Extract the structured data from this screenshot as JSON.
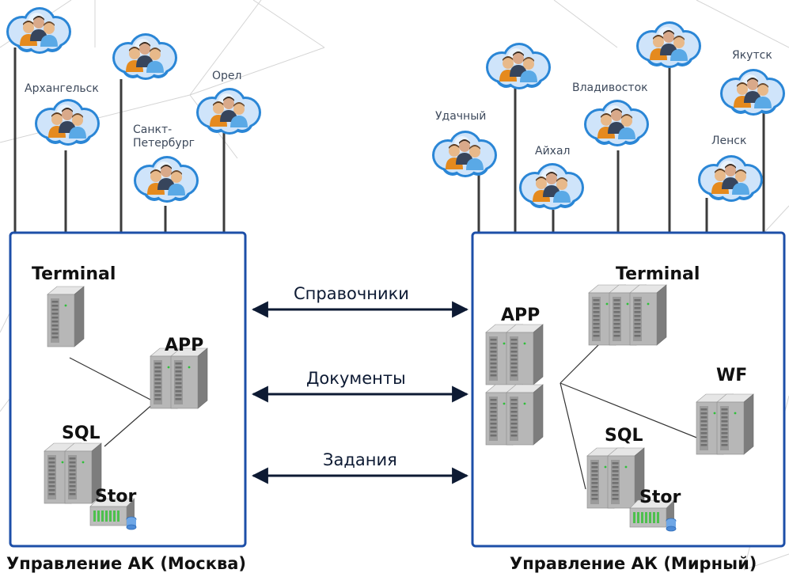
{
  "colors": {
    "box_border": "#1d4fa8",
    "arrow": "#0d1a33",
    "cloud": "#2a86d6",
    "line": "#4a4a4a"
  },
  "moscow": {
    "sites": [
      {
        "label": "Архангельск",
        "icon": "users-cloud-icon"
      },
      {
        "label": "Санкт-\nПетербург",
        "icon": "users-cloud-icon"
      },
      {
        "label": "Орел",
        "icon": "users-cloud-icon"
      }
    ],
    "servers": {
      "terminal": "Terminal",
      "app": "APP",
      "sql": "SQL",
      "stor": "Stor"
    },
    "title": "Управление АК (Москва)"
  },
  "mirny": {
    "sites": [
      {
        "label": "Удачный",
        "icon": "users-cloud-icon"
      },
      {
        "label": "Айхал",
        "icon": "users-cloud-icon"
      },
      {
        "label": "Владивосток",
        "icon": "users-cloud-icon"
      },
      {
        "label": "Ленск",
        "icon": "users-cloud-icon"
      },
      {
        "label": "Якутск",
        "icon": "users-cloud-icon"
      }
    ],
    "servers": {
      "terminal": "Terminal",
      "app": "APP",
      "wf": "WF",
      "sql": "SQL",
      "stor": "Stor"
    },
    "title": "Управление АК (Мирный)"
  },
  "links": [
    {
      "label": "Справочники",
      "direction": "bidirectional"
    },
    {
      "label": "Документы",
      "direction": "bidirectional"
    },
    {
      "label": "Задания",
      "direction": "bidirectional"
    }
  ]
}
